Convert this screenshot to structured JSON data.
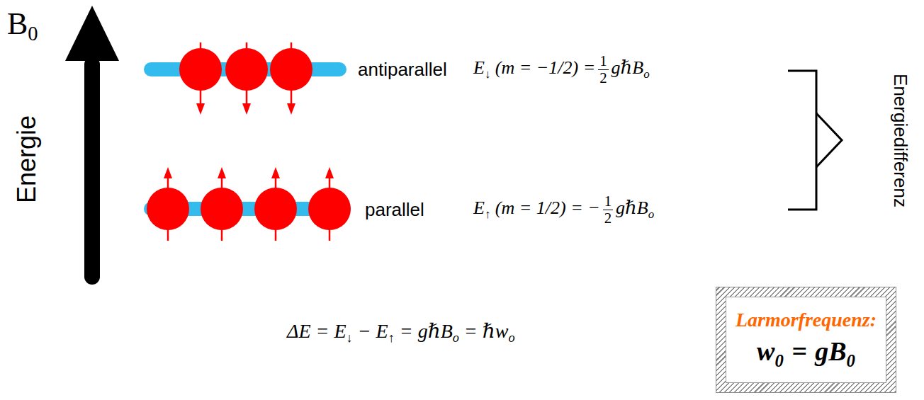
{
  "diagram": {
    "nodes": [
      {
        "text": [
          "Larmorfrequenz:",
          "w",
          "0",
          "=",
          "gB",
          "0"
        ]
      }
    ],
    "labels": [
      "B",
      "0",
      "Energie",
      "antiparallel",
      "parallel",
      "E",
      "↓",
      "(m = −1/2) =",
      "1",
      "2",
      "gℏB",
      "o",
      "E",
      "↑",
      "(m = 1/2) = −",
      "1",
      "2",
      "gℏB",
      "o",
      "Energiedifferenz",
      "ΔE = E",
      "↓",
      "− E",
      "↑",
      "= gℏB",
      "o",
      "= ℏw",
      "o"
    ]
  }
}
